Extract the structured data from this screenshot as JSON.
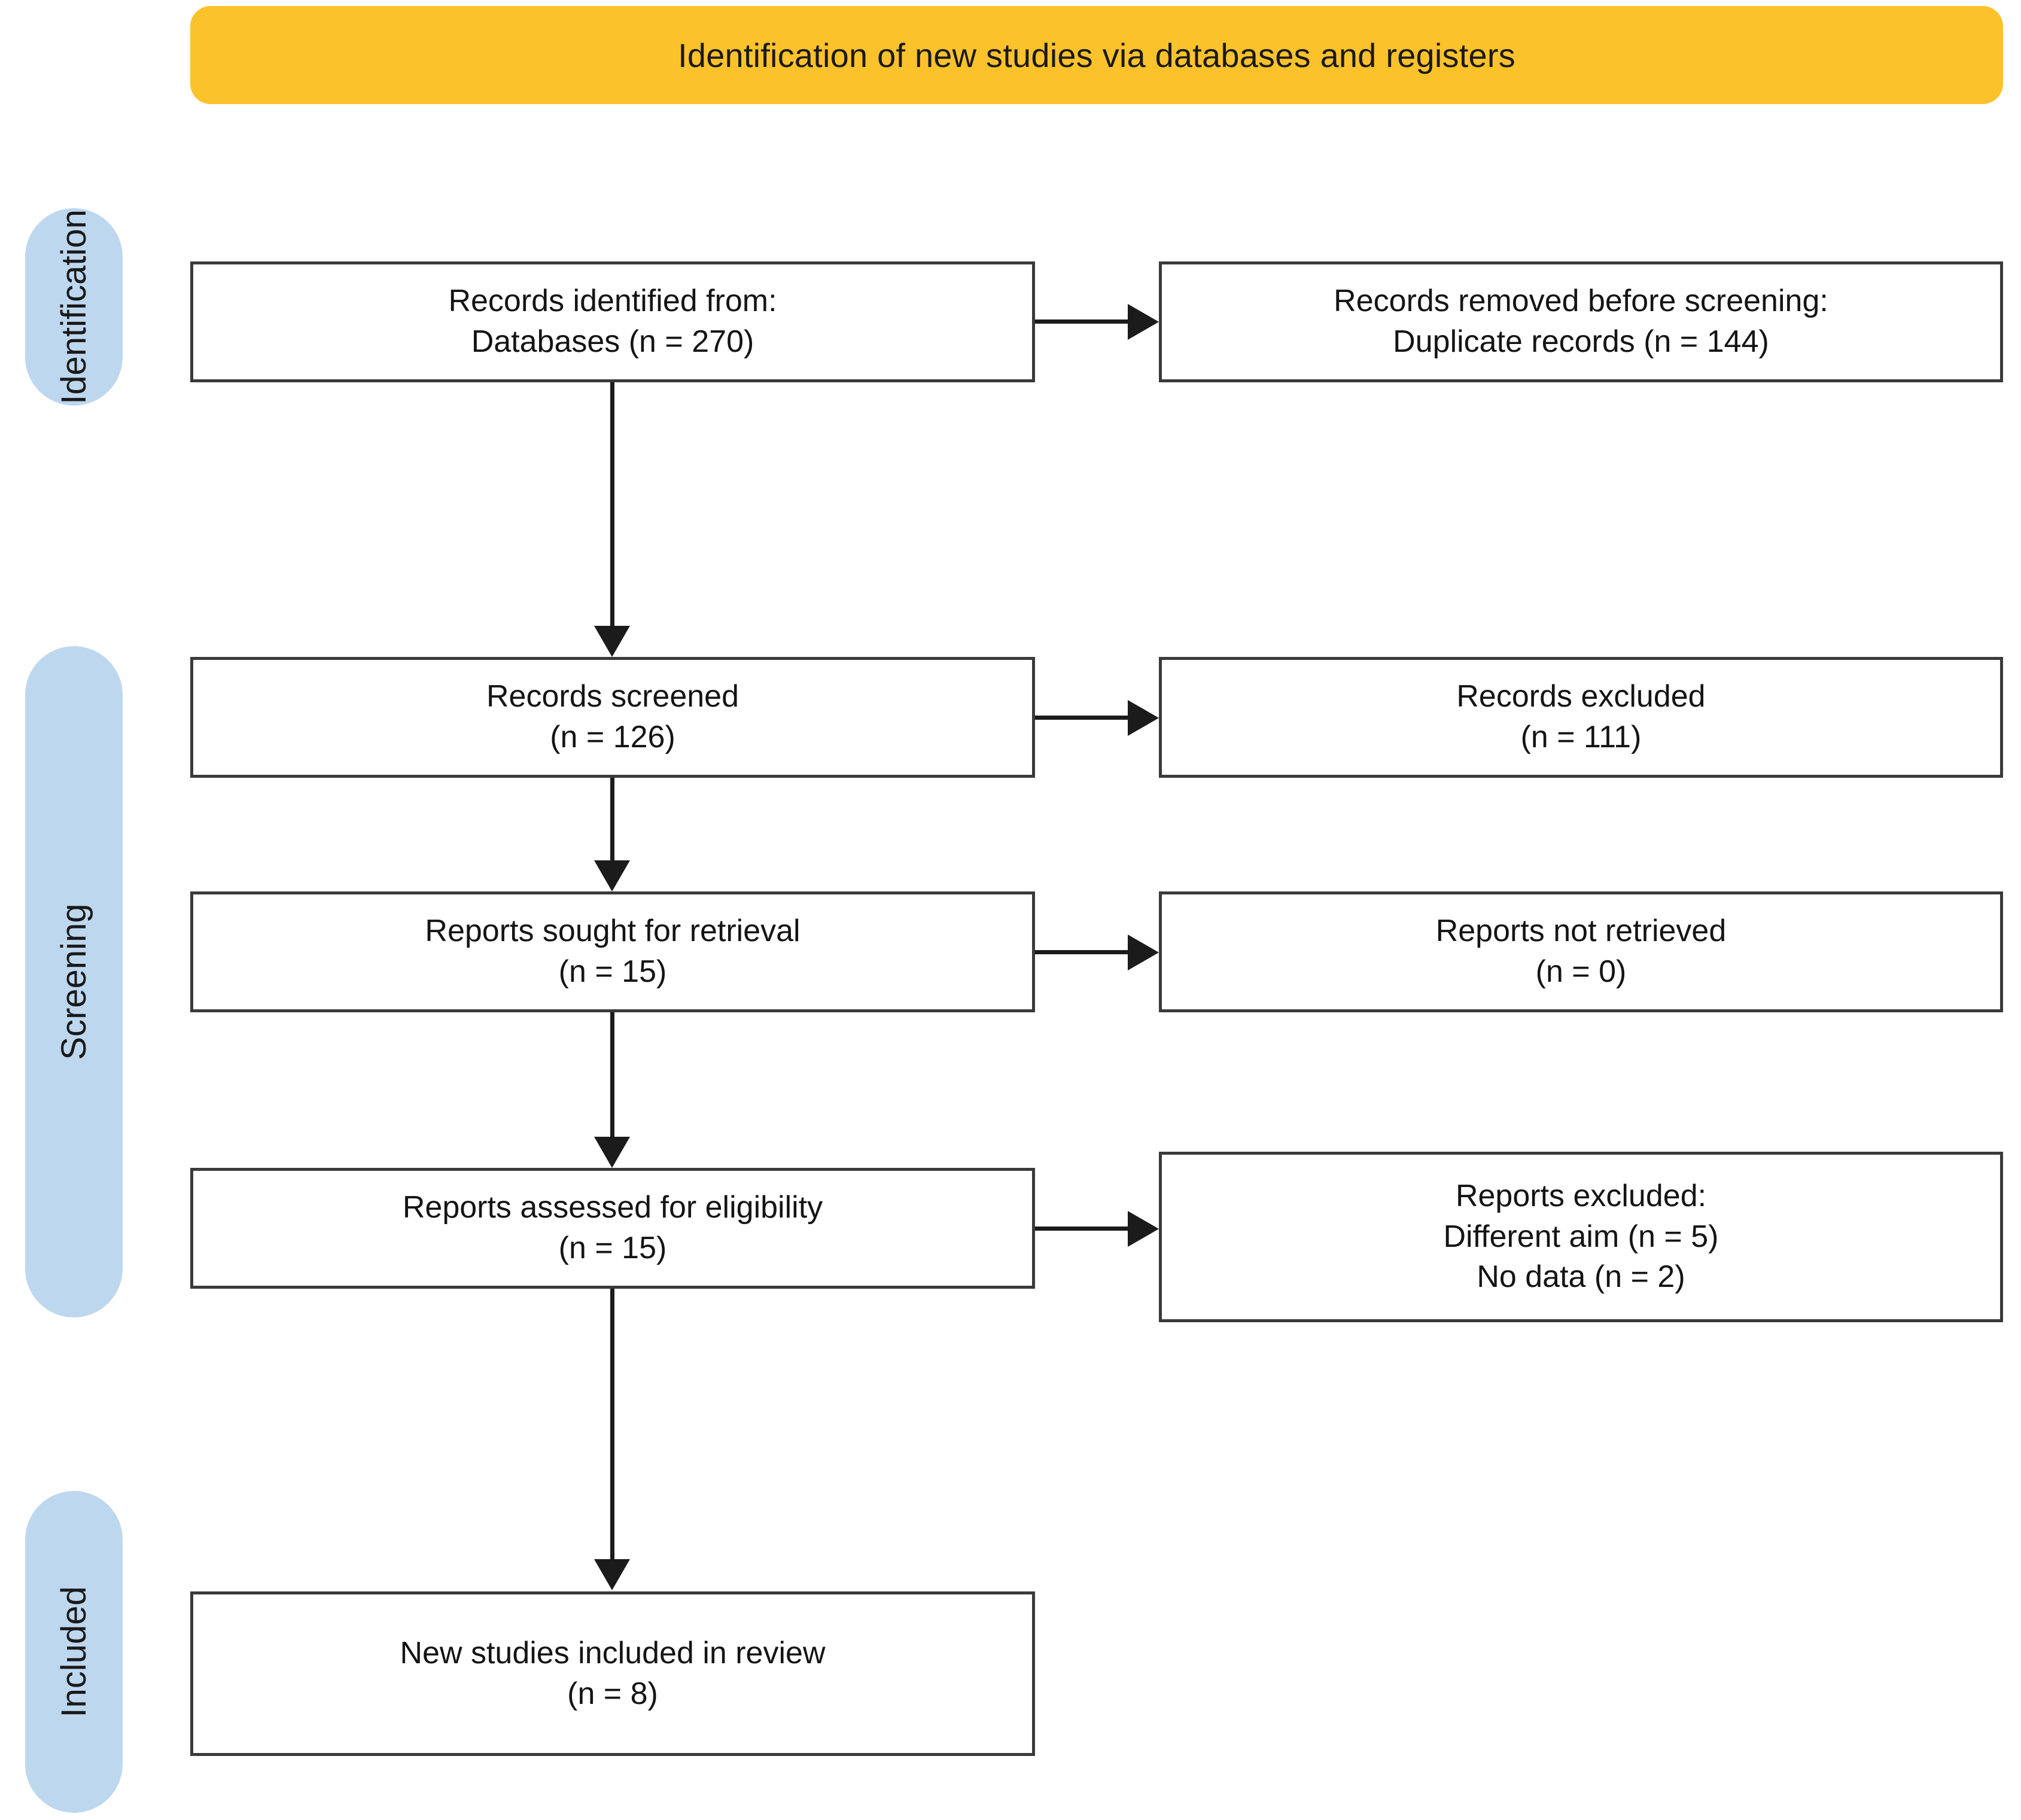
{
  "banner": {
    "title": "Identification of new studies via databases and registers",
    "bg_color": "#FCC22C",
    "text_color": "#1a1a1a"
  },
  "theme": {
    "stage_pill_color": "#BDD7EE",
    "box_border_color": "#3a3a3a",
    "connector_color": "#1b1b1b",
    "box_fill": "#ffffff",
    "page_bg": "#ffffff"
  },
  "stages": [
    {
      "id": "identification",
      "label": "Identification"
    },
    {
      "id": "screening",
      "label": "Screening"
    },
    {
      "id": "included",
      "label": "Included"
    }
  ],
  "boxes": {
    "records_identified": {
      "lines": [
        "Records identified from:",
        "Databases (n = 270)"
      ],
      "line1": "Records identified from:",
      "line2": "Databases (n = 270)"
    },
    "records_removed": {
      "lines": [
        "Records removed before screening:",
        "Duplicate records (n = 144)"
      ],
      "line1": "Records removed before screening:",
      "line2": "Duplicate records (n = 144)"
    },
    "records_screened": {
      "lines": [
        "Records screened",
        "(n = 126)"
      ],
      "line1": "Records screened",
      "line2": "(n = 126)"
    },
    "records_excluded": {
      "lines": [
        "Records excluded",
        "(n = 111)"
      ],
      "line1": "Records excluded",
      "line2": "(n = 111)"
    },
    "reports_sought": {
      "lines": [
        "Reports sought for retrieval",
        "(n = 15)"
      ],
      "line1": "Reports sought for retrieval",
      "line2": "(n = 15)"
    },
    "reports_not_retrieved": {
      "lines": [
        "Reports not retrieved",
        "(n = 0)"
      ],
      "line1": "Reports not retrieved",
      "line2": "(n = 0)"
    },
    "reports_assessed": {
      "lines": [
        "Reports assessed for eligibility",
        "(n = 15)"
      ],
      "line1": "Reports assessed for eligibility",
      "line2": "(n = 15)"
    },
    "reports_excluded": {
      "lines": [
        "Reports excluded:",
        "Different aim (n = 5)",
        "No data (n = 2)"
      ],
      "line1": "Reports excluded:",
      "line2": "Different aim (n = 5)",
      "line3": "No data (n = 2)"
    },
    "new_studies_included": {
      "lines": [
        "New studies included in review",
        "(n = 8)"
      ],
      "line1": "New studies included in review",
      "line2": "(n = 8)"
    }
  },
  "chart_data": {
    "type": "diagram",
    "diagram_kind": "prisma-2020-flow",
    "title": "Identification of new studies via databases and registers",
    "nodes": [
      {
        "id": "records_identified",
        "stage": "Identification",
        "column": "left",
        "label": "Records identified from: Databases",
        "n": 270
      },
      {
        "id": "records_removed",
        "stage": "Identification",
        "column": "right",
        "label": "Records removed before screening: Duplicate records",
        "n": 144
      },
      {
        "id": "records_screened",
        "stage": "Screening",
        "column": "left",
        "label": "Records screened",
        "n": 126
      },
      {
        "id": "records_excluded",
        "stage": "Screening",
        "column": "right",
        "label": "Records excluded",
        "n": 111
      },
      {
        "id": "reports_sought",
        "stage": "Screening",
        "column": "left",
        "label": "Reports sought for retrieval",
        "n": 15
      },
      {
        "id": "reports_not_retrieved",
        "stage": "Screening",
        "column": "right",
        "label": "Reports not retrieved",
        "n": 0
      },
      {
        "id": "reports_assessed",
        "stage": "Screening",
        "column": "left",
        "label": "Reports assessed for eligibility",
        "n": 15
      },
      {
        "id": "reports_excluded",
        "stage": "Screening",
        "column": "right",
        "label": "Reports excluded: Different aim 5; No data 2",
        "n": 7
      },
      {
        "id": "new_studies_included",
        "stage": "Included",
        "column": "left",
        "label": "New studies included in review",
        "n": 8
      }
    ],
    "edges": [
      {
        "from": "records_identified",
        "to": "records_removed",
        "direction": "right"
      },
      {
        "from": "records_identified",
        "to": "records_screened",
        "direction": "down"
      },
      {
        "from": "records_screened",
        "to": "records_excluded",
        "direction": "right"
      },
      {
        "from": "records_screened",
        "to": "reports_sought",
        "direction": "down"
      },
      {
        "from": "reports_sought",
        "to": "reports_not_retrieved",
        "direction": "right"
      },
      {
        "from": "reports_sought",
        "to": "reports_assessed",
        "direction": "down"
      },
      {
        "from": "reports_assessed",
        "to": "reports_excluded",
        "direction": "right"
      },
      {
        "from": "reports_assessed",
        "to": "new_studies_included",
        "direction": "down"
      }
    ]
  }
}
